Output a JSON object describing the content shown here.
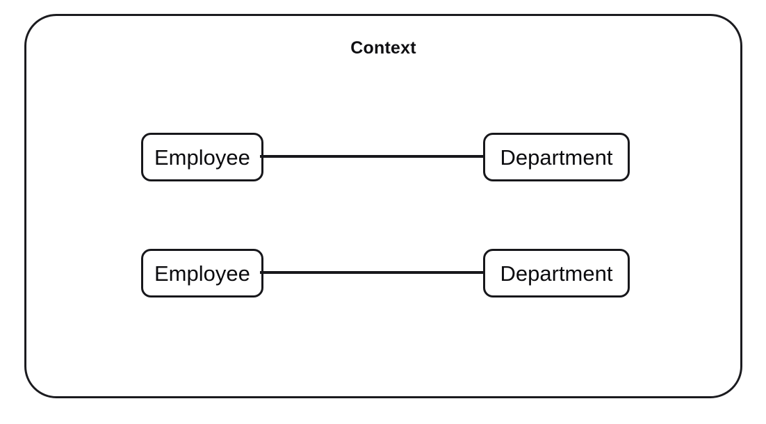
{
  "diagram": {
    "type": "entity-relationship",
    "style": "hand-drawn-sketch",
    "container": {
      "label": "Context",
      "shape": "rounded-rectangle"
    },
    "colors": {
      "stroke": "#17171b",
      "fill": "#ffffff",
      "text": "#0b0b0e",
      "background": "#ffffff"
    },
    "relations": [
      {
        "source": "Employee",
        "target": "Department",
        "connector": "plain-line",
        "source_label": "",
        "target_label": ""
      },
      {
        "source": "Employee",
        "target": "Department",
        "connector": "plain-line",
        "source_label": "",
        "target_label": ""
      }
    ]
  }
}
